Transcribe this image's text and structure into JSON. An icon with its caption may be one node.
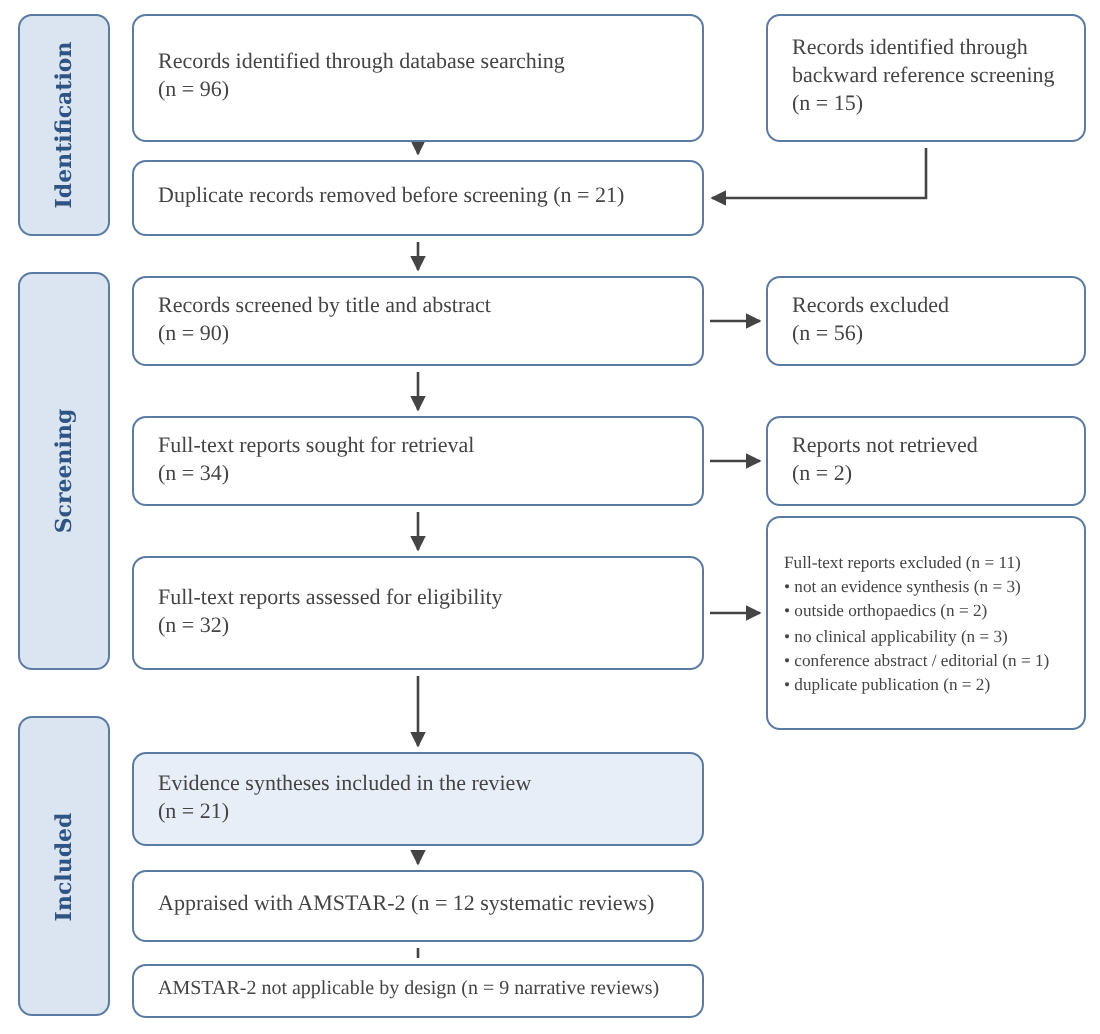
{
  "diagram": {
    "nodes": [
      {
        "text": [
          "Identification"
        ]
      },
      {
        "text": [
          "Records identified through database searching",
          "(n = 96)"
        ]
      },
      {
        "text": [
          "Records identified through backward reference screening",
          "(n = 15)"
        ]
      },
      {
        "text": [
          "Duplicate records removed before screening (n = 21)"
        ]
      },
      {
        "text": [
          "Screening"
        ]
      },
      {
        "text": [
          "Records screened by title and abstract",
          "(n = 90)"
        ]
      },
      {
        "text": [
          "Records excluded",
          "(n = 56)"
        ]
      },
      {
        "text": [
          "Full-text reports sought for retrieval",
          "(n = 34)"
        ]
      },
      {
        "text": [
          "Reports not retrieved",
          "(n = 2)"
        ]
      },
      {
        "text": [
          "Full-text reports assessed for eligibility",
          "(n = 32)"
        ]
      },
      {
        "text": [
          "Full-text reports excluded (n = 11)",
          "• not an evidence synthesis (n = 3)",
          "• outside orthopaedics (n = 2)",
          "• no clinical applicability (n = 3)",
          "• conference abstract / editorial (n = 1)",
          "• duplicate publication (n = 2)"
        ]
      },
      {
        "text": [
          "Included"
        ]
      },
      {
        "text": [
          "Evidence syntheses included in the review",
          "(n = 21)"
        ]
      },
      {
        "text": [
          "Appraised with AMSTAR-2 (n = 12 systematic reviews)"
        ]
      },
      {
        "text": [
          "AMSTAR-2 not applicable by design (n = 9 narrative reviews)"
        ]
      }
    ],
    "edges": [
      {
        "from": 1,
        "to": 3,
        "arrow": "to"
      },
      {
        "from": 2,
        "to": 3,
        "arrow": "to"
      },
      {
        "from": 3,
        "to": 5,
        "arrow": "to"
      },
      {
        "from": 5,
        "to": 6,
        "arrow": "to"
      },
      {
        "from": 5,
        "to": 7,
        "arrow": "to"
      },
      {
        "from": 7,
        "to": 8,
        "arrow": "to"
      },
      {
        "from": 7,
        "to": 9,
        "arrow": "to"
      },
      {
        "from": 9,
        "to": 10,
        "arrow": "to"
      },
      {
        "from": 9,
        "to": 12,
        "arrow": "to"
      },
      {
        "from": 12,
        "to": 13,
        "arrow": "to"
      },
      {
        "from": 13,
        "to": 14,
        "arrow": "none"
      }
    ]
  }
}
